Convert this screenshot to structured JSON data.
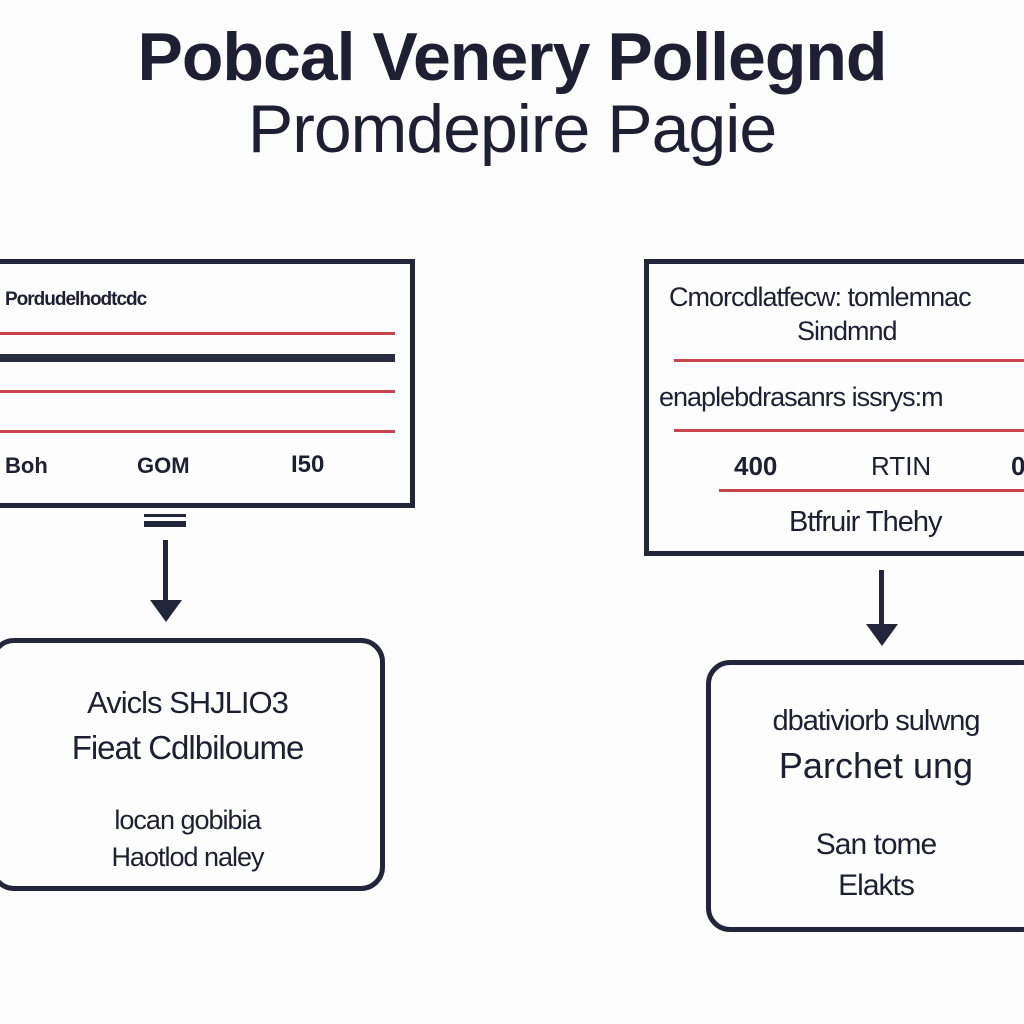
{
  "title": {
    "line1": "Pobcal Venery Pollegnd",
    "line2": "Promdepire Pagie"
  },
  "left_panel": {
    "header": "Pordudelhodtcdc",
    "values": [
      "Boh",
      "GOM",
      "I50"
    ]
  },
  "right_panel": {
    "line1": "Cmorcdlatfecw: tomlemnac",
    "line2": "Sindmnd",
    "line3": "enaplebdrasanrs issrys:m",
    "values": [
      "400",
      "RTIN",
      "0"
    ],
    "footer": "Btfruir Thehy"
  },
  "left_box": {
    "line1": "Avicls SHJLIO3",
    "line2": "Fieat Cdlbiloume",
    "line3": "locan gobibia",
    "line4": "Haotlod naley"
  },
  "right_box": {
    "line1": "dbativiorb sulwng",
    "line2": "Parchet ung",
    "line3": "San tome",
    "line4": "Elakts"
  },
  "colors": {
    "ink": "#1e1f33",
    "accent_red": "#c8444a",
    "border": "#23253a",
    "background": "#fcfcfd"
  }
}
